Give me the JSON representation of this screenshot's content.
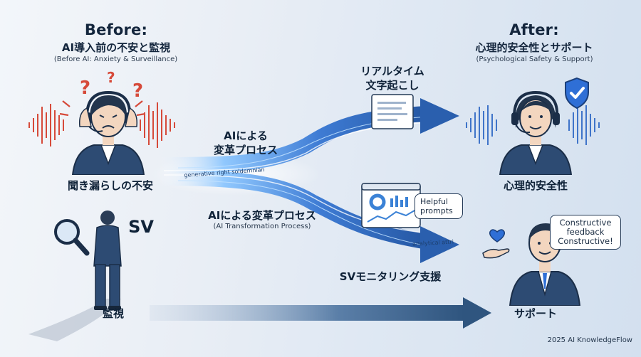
{
  "before": {
    "title": "Before:",
    "subtitle": "AI導入前の不安と監視",
    "caption": "(Before AI: Anxiety & Surveillance)",
    "agent_label": "聞き漏らしの不安",
    "sv_label": "SV",
    "surveillance_label": "監視"
  },
  "after": {
    "title": "After:",
    "subtitle": "心理的安全性とサポート",
    "caption": "(Psychological Safety & Support)",
    "agent_label": "心理的安全性",
    "support_label": "サポート"
  },
  "process": {
    "realtime_line1": "リアルタイム",
    "realtime_line2": "文字起こし",
    "ai_line1": "AIによる",
    "ai_line2": "変革プロセス",
    "title": "AIによる変革プロセス",
    "title_en": "(AI Transformation Process)",
    "monitoring_label": "SVモニタリング支援",
    "stream_texts": [
      "generative right soldemnian",
      "analytical attri"
    ]
  },
  "bubbles": {
    "helpful": "Helpful prompts",
    "constructive_line1": "Constructive",
    "constructive_line2": "feedback",
    "constructive_line3": "Constructive!"
  },
  "icons": {
    "question_marks": "?",
    "shield": "shield-check-icon",
    "magnifier": "magnifying-glass-icon",
    "heart_hand": "heart-hand-icon"
  },
  "colors": {
    "anxiety_wave": "#d64a3a",
    "calm_wave": "#3f74c9",
    "navy": "#1f3a5f",
    "shield": "#2f6fd6"
  },
  "footer": "2025 AI KnowledgeFlow"
}
